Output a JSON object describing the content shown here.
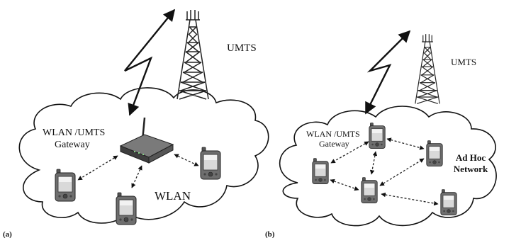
{
  "panel_a": {
    "label": "(a)",
    "tower_label": "UMTS",
    "gateway_label_1": "WLAN /UMTS",
    "gateway_label_2": "Gateway",
    "network_label": "WLAN"
  },
  "panel_b": {
    "label": "(b)",
    "tower_label": "UMTS",
    "gateway_label_1": "WLAN /UMTS",
    "gateway_label_2": "Gateway",
    "network_label_1": "Ad Hoc",
    "network_label_2": "Network"
  },
  "icons": {
    "tower": "cell-tower-icon",
    "router": "wireless-router-icon",
    "device": "pda-device-icon",
    "bolt": "wireless-link-icon"
  }
}
